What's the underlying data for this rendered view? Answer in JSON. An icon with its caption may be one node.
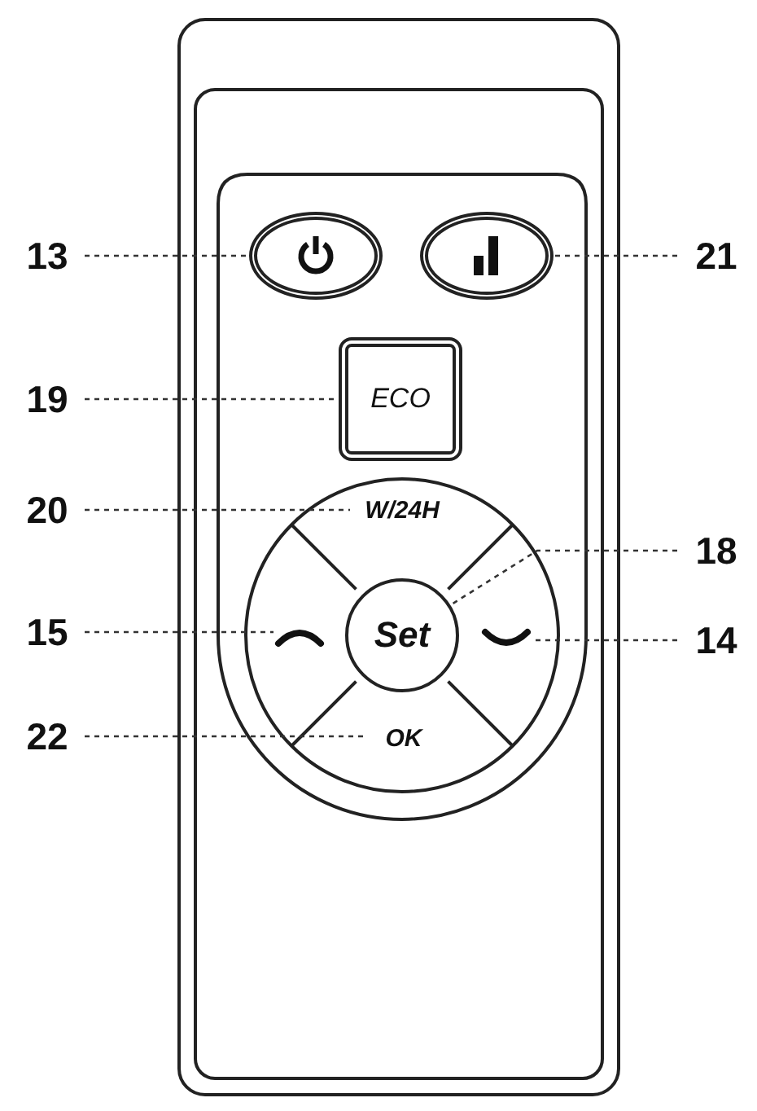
{
  "diagram": {
    "nodes": [
      {
        "text": [
          "13"
        ]
      },
      {
        "text": [],
        "shape": "oval"
      },
      {
        "text": [
          "21"
        ]
      },
      {
        "text": [],
        "shape": "oval"
      },
      {
        "text": [
          "19"
        ]
      },
      {
        "text": [
          "ECO"
        ]
      },
      {
        "text": [
          "20"
        ]
      },
      {
        "text": [
          "W/24H"
        ]
      },
      {
        "text": [
          "18"
        ]
      },
      {
        "text": [
          "Set"
        ]
      },
      {
        "text": [
          "15"
        ]
      },
      {
        "text": [],
        "shape": "chevron"
      },
      {
        "text": [
          "14"
        ]
      },
      {
        "text": [],
        "shape": "chevron"
      },
      {
        "text": [
          "22"
        ]
      },
      {
        "text": [
          "OK"
        ]
      }
    ],
    "edges": [
      {
        "from": 0,
        "to": 1,
        "arrow": "none"
      },
      {
        "from": 2,
        "to": 3,
        "arrow": "none"
      },
      {
        "from": 4,
        "to": 5,
        "arrow": "none"
      },
      {
        "from": 6,
        "to": 7,
        "arrow": "none"
      },
      {
        "from": 8,
        "to": 9,
        "arrow": "none"
      },
      {
        "from": 10,
        "to": 11,
        "arrow": "none"
      },
      {
        "from": 12,
        "to": 13,
        "arrow": "none"
      },
      {
        "from": 14,
        "to": 15,
        "arrow": "none"
      }
    ]
  }
}
